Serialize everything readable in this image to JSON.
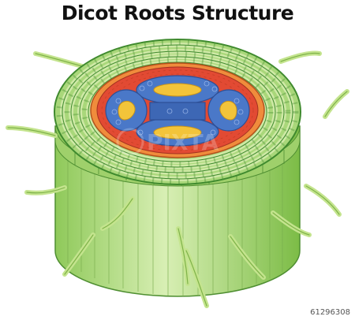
{
  "title": "Dicot Roots Structure",
  "watermark": "PIXTA",
  "stock_id": "61296308",
  "colors": {
    "cortex_green": "#a9d77a",
    "cortex_cell": "#cfe9a6",
    "cell_outline": "#3f8a2e",
    "pericycle_red": "#e24a33",
    "endodermis_orange": "#f08c3c",
    "xylem_blue": "#4a78c8",
    "phloem_yellow": "#f3c43a",
    "root_hair": "#c4e48e"
  }
}
